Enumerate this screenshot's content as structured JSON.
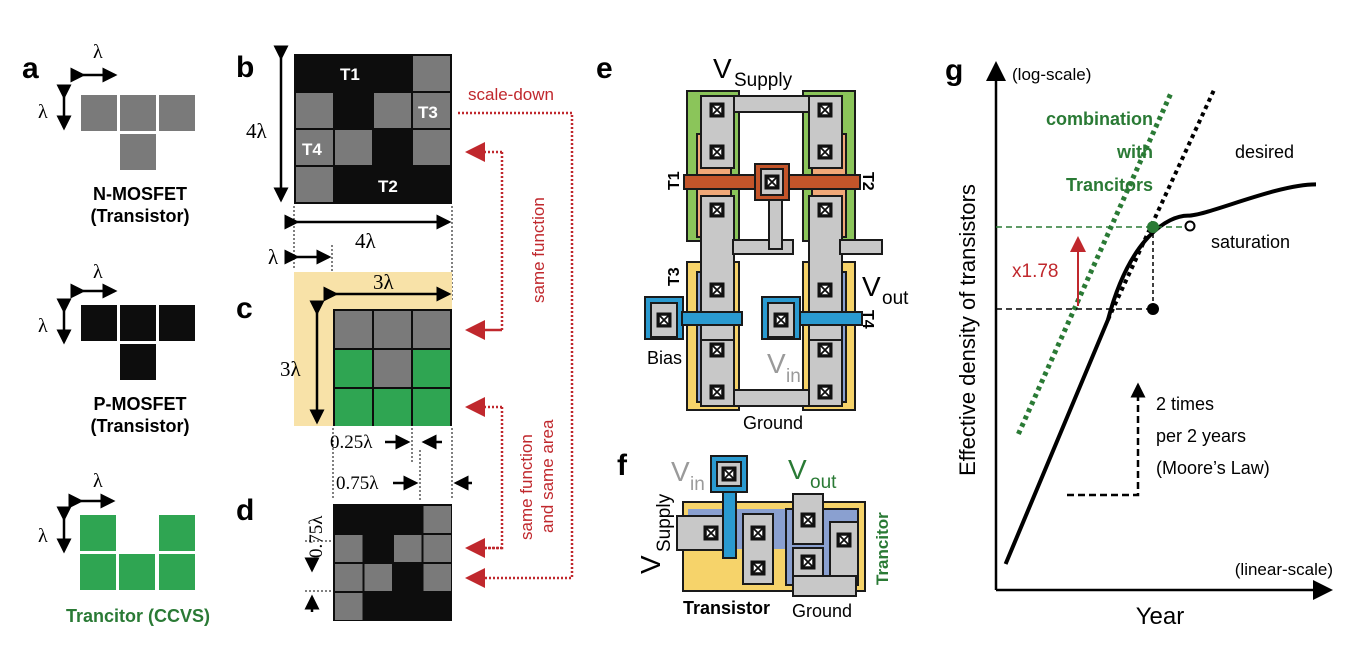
{
  "panels": {
    "a": {
      "label": "a",
      "lambda": "λ",
      "nmos_title": "N-MOSFET",
      "nmos_sub": "(Transistor)",
      "pmos_title": "P-MOSFET",
      "pmos_sub": "(Transistor)",
      "trancitor_title": "Trancitor (CCVS)"
    },
    "b": {
      "label": "b",
      "height": "4λ",
      "width": "4λ",
      "cells": [
        "T1",
        "T2",
        "T3",
        "T4"
      ],
      "scale_down": "scale-down",
      "offset": "λ"
    },
    "c": {
      "label": "c",
      "width": "3λ",
      "height": "3λ",
      "same_function": "same function",
      "gap": "0.25λ"
    },
    "d": {
      "label": "d",
      "width": "0.75λ",
      "height": "0.75λ",
      "same_function_area_1": "same function",
      "same_function_area_2": "and same area"
    },
    "e": {
      "label": "e",
      "vsupply_v": "V",
      "vsupply_sub": "Supply",
      "t1": "T1",
      "t2": "T2",
      "t3": "T3",
      "t4": "T4",
      "vout_v": "V",
      "vout_sub": "out",
      "vin_v": "V",
      "vin_sub": "in",
      "bias": "Bias",
      "ground": "Ground"
    },
    "f": {
      "label": "f",
      "vin_v": "V",
      "vin_sub": "in",
      "vout_v": "V",
      "vout_sub": "out",
      "vsupply_v": "V",
      "vsupply_sub": "Supply",
      "transistor": "Transistor",
      "ground": "Ground",
      "trancitor": "Trancitor"
    },
    "g": {
      "label": "g"
    }
  },
  "colors": {
    "nmos_gray": "#7a7a7a",
    "pmos_black": "#0d0d0d",
    "trancitor_green": "#2fa552",
    "text_green": "#2a7a35",
    "annot_red": "#c0282d",
    "yellow": "#f6d36a",
    "yellow_bg": "#f8e2a8",
    "light_green": "#8bc55a",
    "orange_light": "#f0a878",
    "orange_dark": "#c4552a",
    "blue_light": "#8aa0d0",
    "blue": "#2a9ad0",
    "metal_gray": "#c8c8c8",
    "vin_gray": "#9a9a9a"
  },
  "chart_data": {
    "type": "line",
    "title": "",
    "xlabel": "Year",
    "ylabel": "Effective density of transistors",
    "x_scale_label": "(linear-scale)",
    "y_scale_label": "(log-scale)",
    "grid": false,
    "series": [
      {
        "name": "saturation",
        "style": "solid-black",
        "points": [
          [
            0.03,
            0.05
          ],
          [
            0.35,
            0.52
          ],
          [
            0.45,
            0.65
          ],
          [
            0.6,
            0.72
          ],
          [
            1.0,
            0.78
          ]
        ]
      },
      {
        "name": "desired",
        "style": "dotted-black",
        "points": [
          [
            0.35,
            0.52
          ],
          [
            0.68,
            0.96
          ]
        ]
      },
      {
        "name": "combination with Trancitors",
        "style": "dotted-green",
        "points": [
          [
            0.07,
            0.3
          ],
          [
            0.55,
            0.96
          ]
        ]
      }
    ],
    "annotations": [
      {
        "text": "combination with Trancitors",
        "color": "#2a7a35"
      },
      {
        "text": "desired"
      },
      {
        "text": "saturation"
      },
      {
        "text": "x1.78",
        "color": "#c0282d",
        "meaning": "vertical arrow between base point and Trancitor point"
      },
      {
        "text": "2 times per 2 years (Moore's Law)"
      }
    ],
    "markers": [
      {
        "name": "current-point",
        "fill": "black"
      },
      {
        "name": "trancitor-point",
        "fill": "#2a7a35"
      },
      {
        "name": "desired-point",
        "fill": "none"
      }
    ],
    "multiplier": 1.78
  }
}
